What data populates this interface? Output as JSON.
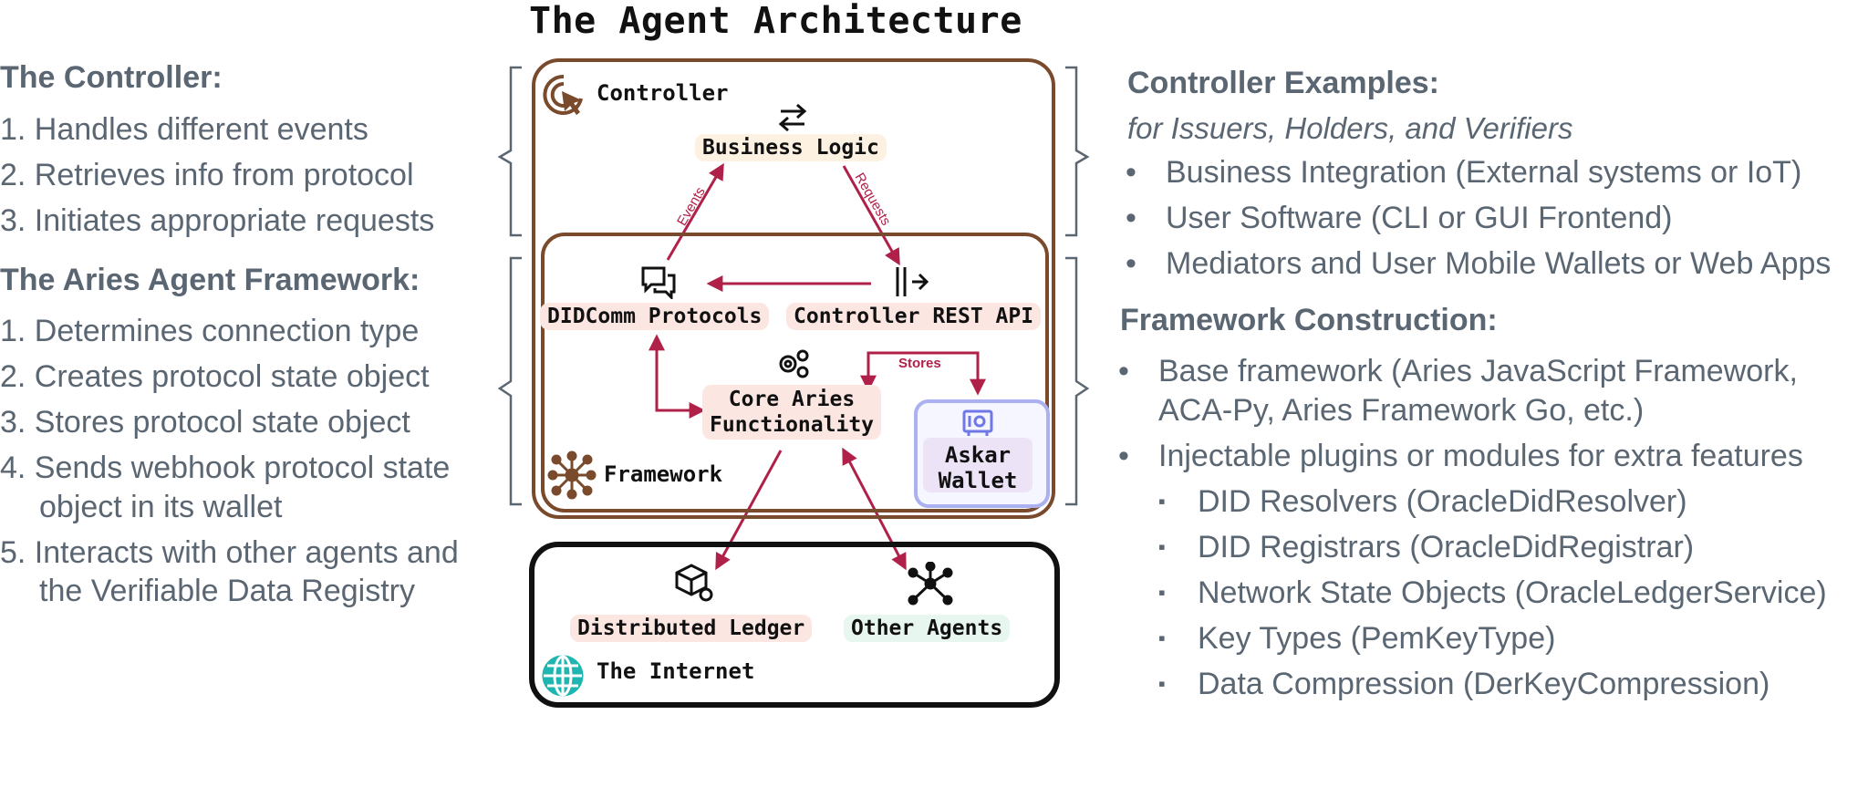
{
  "title": "The Agent Architecture",
  "left": {
    "controller_heading": "The Controller:",
    "controller_items": [
      "1. Handles different events",
      "2. Retrieves info from protocol",
      "3. Initiates appropriate requests"
    ],
    "framework_heading": "The Aries Agent Framework:",
    "framework_items": [
      "1. Determines connection type",
      "2. Creates protocol state object",
      "3. Stores protocol state object",
      "4. Sends webhook protocol state",
      "object in its wallet",
      "5. Interacts with other agents and",
      "the Verifiable Data Registry"
    ]
  },
  "diagram": {
    "controller_label": "Controller",
    "business_logic": "Business Logic",
    "events_label": "Events",
    "requests_label": "Requests",
    "didcomm": "DIDComm Protocols",
    "rest_api": "Controller REST API",
    "core_line1": "Core Aries",
    "core_line2": "Functionality",
    "stores_label": "Stores",
    "askar_line1": "Askar",
    "askar_line2": "Wallet",
    "framework_label": "Framework",
    "ledger": "Distributed Ledger",
    "other_agents": "Other Agents",
    "internet_label": "The Internet",
    "icons": [
      "cursor-click-icon",
      "arrows-exchange-icon",
      "chat-icon",
      "api-icon",
      "gears-icon",
      "vault-icon",
      "network-hub-icon",
      "cube-link-icon",
      "nodes-icon",
      "globe-icon"
    ],
    "colors": {
      "frame": "#7a4a2c",
      "arrow": "#b0214a",
      "askar_border": "#aab0f0",
      "globe": "#1fb5b0"
    }
  },
  "right": {
    "examples_heading": "Controller Examples:",
    "examples_sub": "for Issuers, Holders, and Verifiers",
    "examples_items": [
      "Business Integration (External systems or IoT)",
      "User Software (CLI or GUI Frontend)",
      "Mediators and User Mobile Wallets or Web Apps"
    ],
    "construction_heading": "Framework Construction:",
    "construction_items": [
      "Base framework (Aries JavaScript Framework,",
      "ACA-Py, Aries Framework Go, etc.)",
      "Injectable plugins or modules for extra features"
    ],
    "plugin_items": [
      "DID Resolvers (OracleDidResolver)",
      "DID Registrars (OracleDidRegistrar)",
      "Network State Objects (OracleLedgerService)",
      "Key Types (PemKeyType)",
      "Data Compression (DerKeyCompression)"
    ]
  }
}
